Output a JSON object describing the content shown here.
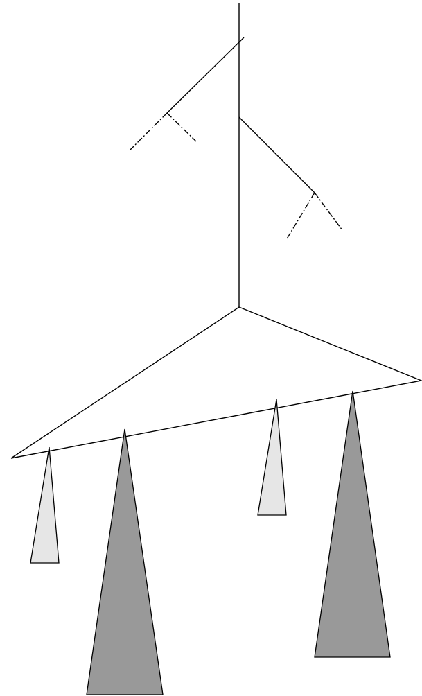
{
  "diagram": {
    "description_visible_text": [],
    "colors": {
      "stroke": "#000000",
      "light_subtree_fill": "#e6e6e6",
      "dark_subtree_fill": "#999999",
      "background": "#ffffff"
    },
    "elements": {
      "trunk": "main-trunk-line",
      "branches": [
        "upper-left-branch",
        "middle-right-branch"
      ],
      "dashed_subbranches": 4,
      "triangles": [
        {
          "name": "subtree-triangle-1",
          "shade": "light"
        },
        {
          "name": "subtree-triangle-2",
          "shade": "dark"
        },
        {
          "name": "subtree-triangle-3",
          "shade": "light"
        },
        {
          "name": "subtree-triangle-4",
          "shade": "dark"
        }
      ]
    }
  }
}
